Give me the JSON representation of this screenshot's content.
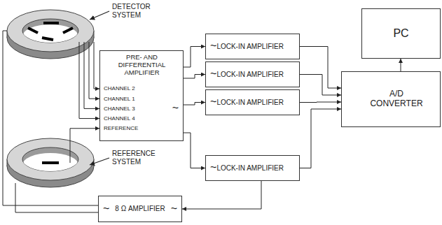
{
  "diagram": {
    "nodes": [
      {
        "text": [
          "PRE- AND DIFFERENTIAL AMPLIFIER",
          "CHANNEL 2",
          "CHANNEL 1",
          "CHANNEL 3",
          "CHANNEL 4",
          "REFERENCE",
          "~"
        ]
      },
      {
        "text": [
          "~",
          "LOCK-IN AMPLIFIER"
        ]
      },
      {
        "text": [
          "~",
          "LOCK-IN AMPLIFIER"
        ]
      },
      {
        "text": [
          "~",
          "LOCK-IN AMPLIFIER"
        ]
      },
      {
        "text": [
          "~",
          "LOCK-IN AMPLIFIER"
        ]
      },
      {
        "text": [
          "A/D CONVERTER"
        ]
      },
      {
        "text": [
          "PC"
        ]
      },
      {
        "text": [
          "~",
          "8 Ω AMPLIFIER",
          "~"
        ]
      }
    ],
    "edges": [
      {
        "from": 0,
        "to": 1,
        "arrow": "to"
      },
      {
        "from": 0,
        "to": 2,
        "arrow": "to"
      },
      {
        "from": 0,
        "to": 3,
        "arrow": "to"
      },
      {
        "from": 0,
        "to": 4,
        "arrow": "to"
      },
      {
        "from": 1,
        "to": 5,
        "arrow": "to"
      },
      {
        "from": 2,
        "to": 5,
        "arrow": "to"
      },
      {
        "from": 3,
        "to": 5,
        "arrow": "to"
      },
      {
        "from": 4,
        "to": 5,
        "arrow": "to"
      },
      {
        "from": 5,
        "to": 6,
        "arrow": "to"
      },
      {
        "from": 4,
        "to": 7,
        "arrow": "to"
      }
    ],
    "labels": [
      "DETECTOR SYSTEM",
      "REFERENCE SYSTEM"
    ]
  }
}
